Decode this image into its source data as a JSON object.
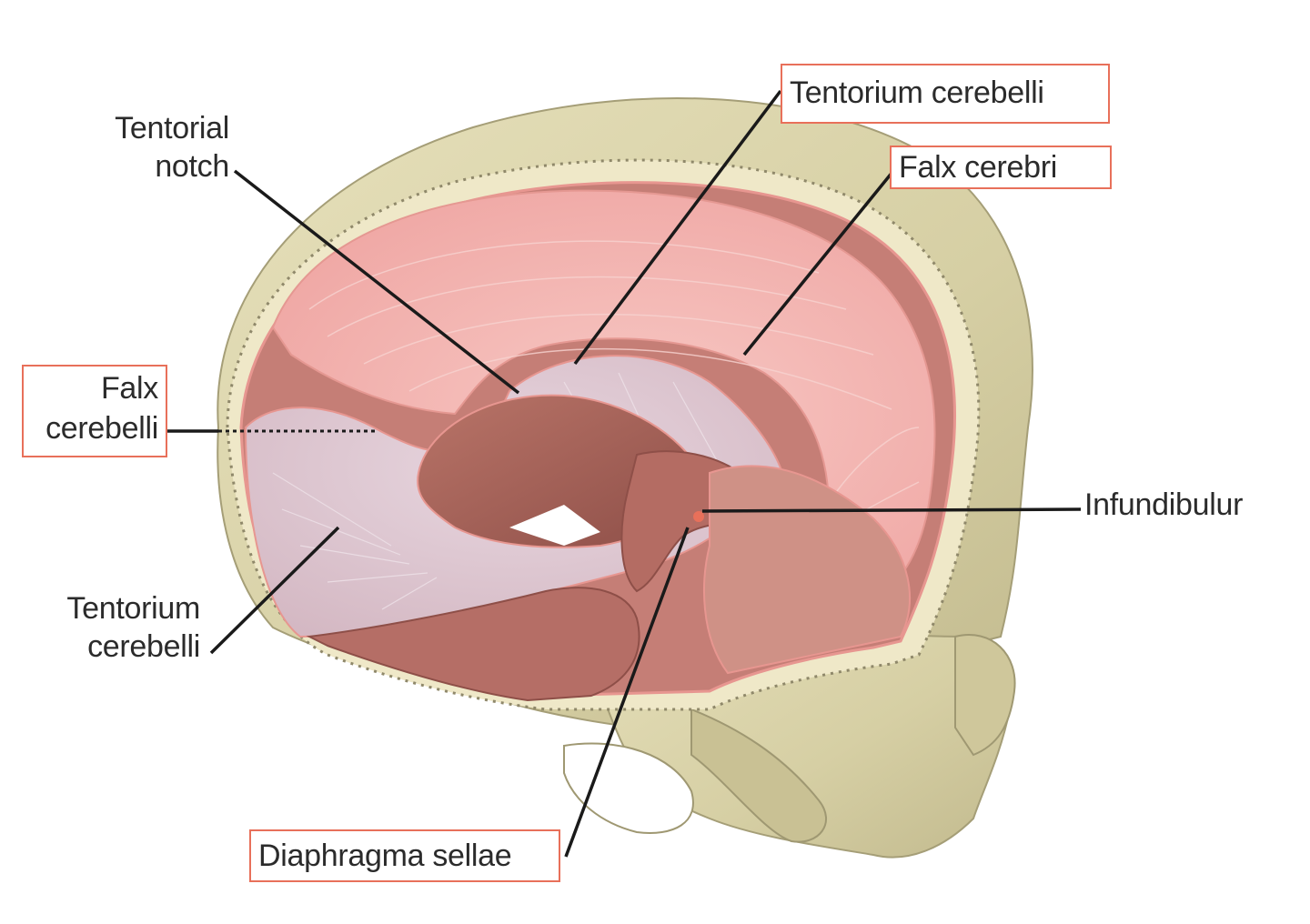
{
  "labels": {
    "tentorial_notch": {
      "line1": "Tentorial",
      "line2": "notch"
    },
    "tentorium_cerebelli_top": "Tentorium cerebelli",
    "falx_cerebri": "Falx cerebri",
    "falx_cerebelli": {
      "line1": "Falx",
      "line2": "cerebelli"
    },
    "infundibulum": "Infundibulur",
    "tentorium_cerebelli_left": {
      "line1": "Tentorium",
      "line2": "cerebelli"
    },
    "diaphragma_sellae": "Diaphragma sellae"
  },
  "colors": {
    "bone": "#d8d2a8",
    "bone_shadow": "#b9b288",
    "dura_pink": "#f3b7b4",
    "dura_edge": "#e79690",
    "tentorium_lavender": "#d9c4cf",
    "cavity": "#a9655c",
    "highlight_box": "#e8705a",
    "leader_line": "#1a1a1a"
  }
}
